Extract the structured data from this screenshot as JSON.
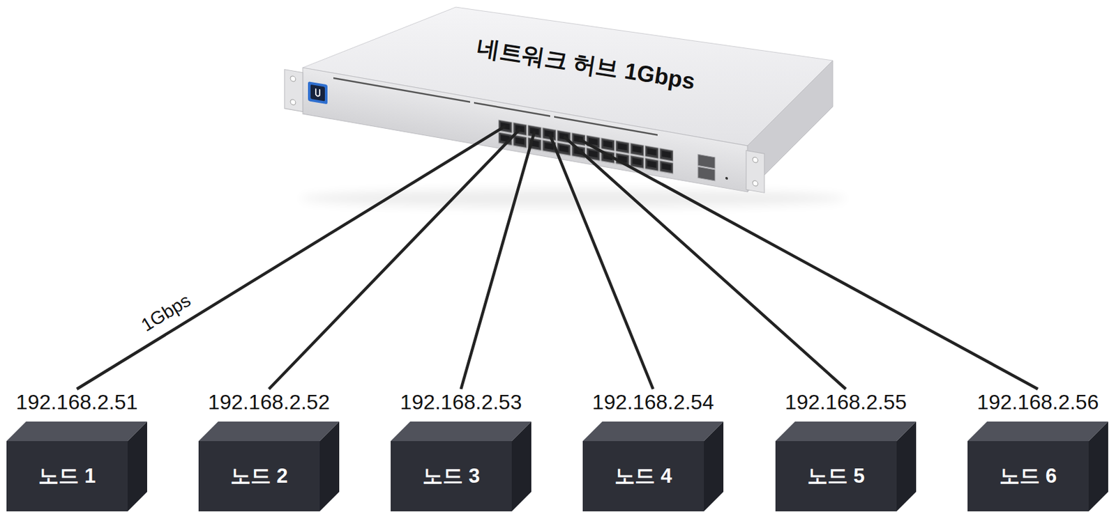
{
  "diagram": {
    "nodes": [
      {
        "text": [
          "네트워크 허브 1Gbps"
        ]
      },
      {
        "text": [
          "192.168.2.51",
          "노드 1"
        ]
      },
      {
        "text": [
          "192.168.2.52",
          "노드 2"
        ]
      },
      {
        "text": [
          "192.168.2.53",
          "노드 3"
        ]
      },
      {
        "text": [
          "192.168.2.54",
          "노드 4"
        ]
      },
      {
        "text": [
          "192.168.2.55",
          "노드 5"
        ]
      },
      {
        "text": [
          "192.168.2.56",
          "노드 6"
        ]
      }
    ],
    "edges": [
      {
        "from": 1,
        "to": 0,
        "arrow": "none",
        "label": "1Gbps"
      },
      {
        "from": 2,
        "to": 0,
        "arrow": "none"
      },
      {
        "from": 3,
        "to": 0,
        "arrow": "none"
      },
      {
        "from": 4,
        "to": 0,
        "arrow": "none"
      },
      {
        "from": 5,
        "to": 0,
        "arrow": "none"
      },
      {
        "from": 6,
        "to": 0,
        "arrow": "none"
      }
    ]
  }
}
